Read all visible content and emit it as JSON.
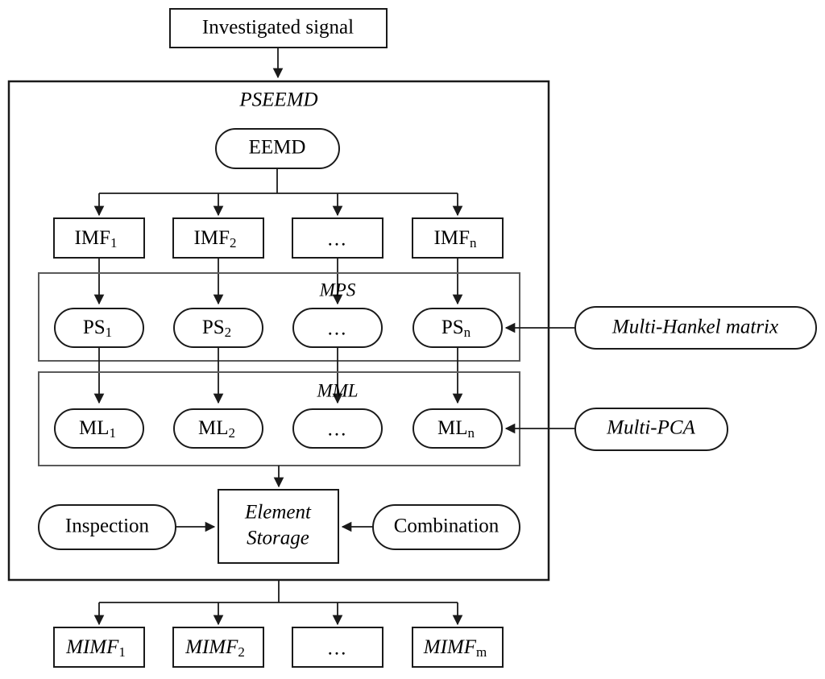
{
  "diagram": {
    "title_node": {
      "label": "Investigated signal"
    },
    "container": {
      "label": "PSEEMD"
    },
    "eemd": {
      "label": "EEMD"
    },
    "imf_row": [
      {
        "base": "IMF",
        "sub": "1"
      },
      {
        "base": "IMF",
        "sub": "2"
      },
      {
        "base": "...",
        "sub": ""
      },
      {
        "base": "IMF",
        "sub": "n"
      }
    ],
    "mps_group": {
      "label": "MPS",
      "nodes": [
        {
          "base": "PS",
          "sub": "1"
        },
        {
          "base": "PS",
          "sub": "2"
        },
        {
          "base": "...",
          "sub": ""
        },
        {
          "base": "PS",
          "sub": "n"
        }
      ]
    },
    "mml_group": {
      "label": "MML",
      "nodes": [
        {
          "base": "ML",
          "sub": "1"
        },
        {
          "base": "ML",
          "sub": "2"
        },
        {
          "base": "...",
          "sub": ""
        },
        {
          "base": "ML",
          "sub": "n"
        }
      ]
    },
    "element_storage": {
      "line1": "Element",
      "line2": "Storage"
    },
    "inspection": {
      "label": "Inspection"
    },
    "combination": {
      "label": "Combination"
    },
    "multi_hankel": {
      "label": "Multi-Hankel matrix"
    },
    "multi_pca": {
      "label": "Multi-PCA"
    },
    "mimf_row": [
      {
        "base": "MIMF",
        "sub": "1"
      },
      {
        "base": "MIMF",
        "sub": "2"
      },
      {
        "base": "...",
        "sub": ""
      },
      {
        "base": "MIMF",
        "sub": "m"
      }
    ],
    "colors": {
      "stroke": "#1a1a1a",
      "group_stroke": "#5a5a5a",
      "fill": "#ffffff",
      "text": "#000000"
    }
  }
}
